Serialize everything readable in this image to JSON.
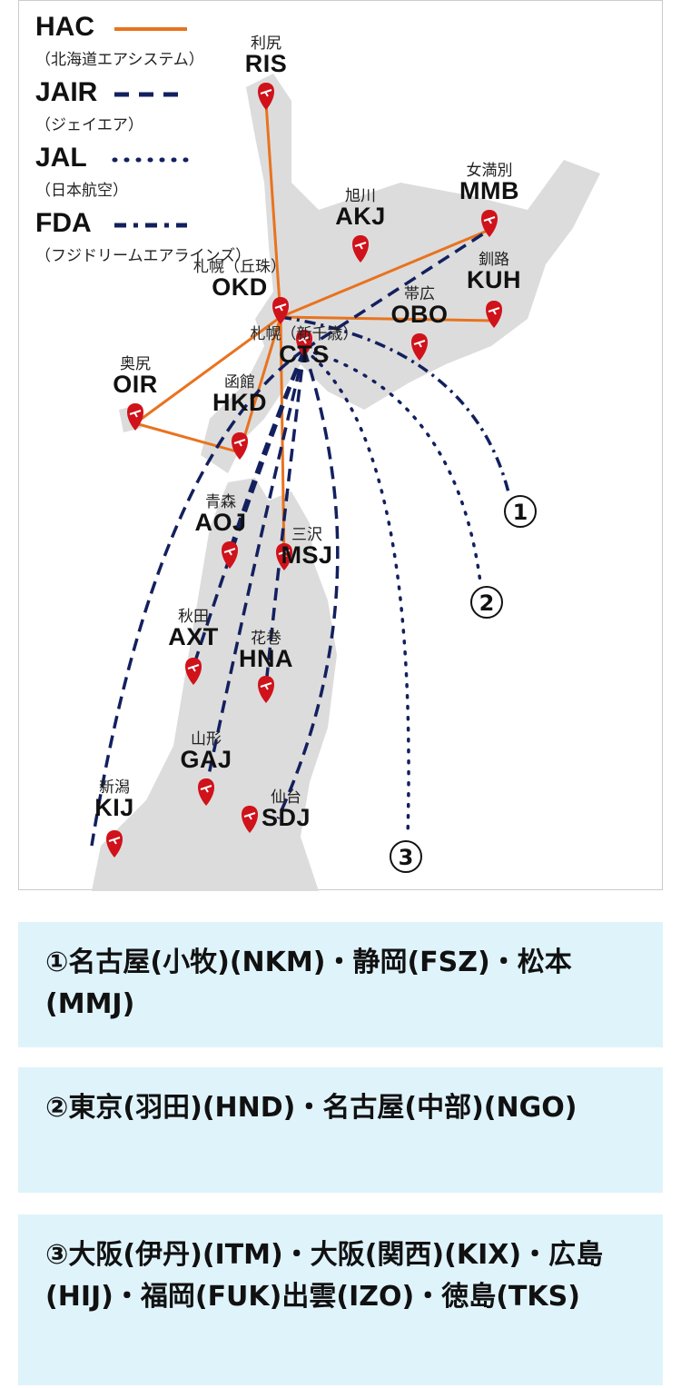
{
  "legend": [
    {
      "name": "HAC",
      "sub": "（北海道エアシステム）",
      "style": "solid",
      "color": "#e8731e"
    },
    {
      "name": "JAIR",
      "sub": "（ジェイエア）",
      "style": "dash",
      "color": "#13205e"
    },
    {
      "name": "JAL",
      "sub": "（日本航空）",
      "style": "dot",
      "color": "#13205e"
    },
    {
      "name": "FDA",
      "sub": "（フジドリームエアラインズ）",
      "style": "dashdot",
      "color": "#13205e"
    }
  ],
  "airports": [
    {
      "code": "RIS",
      "name": "利尻"
    },
    {
      "code": "MMB",
      "name": "女満別"
    },
    {
      "code": "AKJ",
      "name": "旭川"
    },
    {
      "code": "KUH",
      "name": "釧路"
    },
    {
      "code": "OKD",
      "name": "札幌（丘珠）"
    },
    {
      "code": "OBO",
      "name": "帯広"
    },
    {
      "code": "CTS",
      "name": "札幌（新千歳）"
    },
    {
      "code": "OIR",
      "name": "奥尻"
    },
    {
      "code": "HKD",
      "name": "函館"
    },
    {
      "code": "AOJ",
      "name": "青森"
    },
    {
      "code": "MSJ",
      "name": "三沢"
    },
    {
      "code": "AXT",
      "name": "秋田"
    },
    {
      "code": "HNA",
      "name": "花巻"
    },
    {
      "code": "GAJ",
      "name": "山形"
    },
    {
      "code": "KIJ",
      "name": "新潟"
    },
    {
      "code": "SDJ",
      "name": "仙台"
    }
  ],
  "markers": [
    "①",
    "②",
    "③"
  ],
  "destinations": [
    "①名古屋(小牧)(NKM)・静岡(FSZ)・松本(MMJ)",
    "②東京(羽田)(HND)・名古屋(中部)(NGO)",
    "③大阪(伊丹)(ITM)・大阪(関西)(KIX)・広島(HIJ)・福岡(FUK)出雲(IZO)・徳島(TKS)"
  ],
  "colors": {
    "hac": "#e8731e",
    "navy": "#13205e",
    "pin": "#d0121b",
    "land": "#dcdcdc",
    "box": "#dff3fb"
  }
}
